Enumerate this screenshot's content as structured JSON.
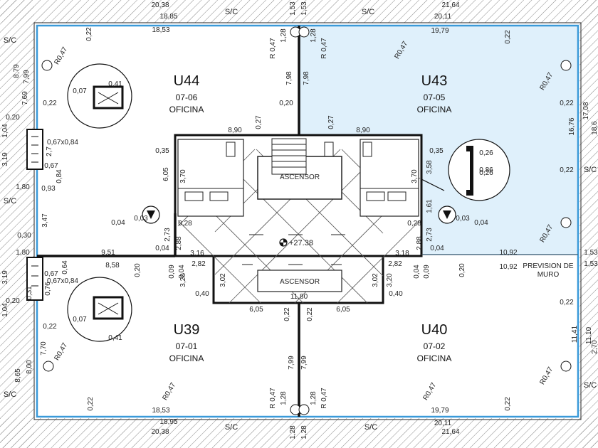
{
  "colors": {
    "highlight_fill": "#dff0fb",
    "outline_blue": "#3a9ad9",
    "wall": "#111111",
    "hatch": "#777777"
  },
  "units": [
    {
      "id": "U44",
      "code": "U44",
      "number": "07-06",
      "use": "OFICINA",
      "highlighted": false
    },
    {
      "id": "U43",
      "code": "U43",
      "number": "07-05",
      "use": "OFICINA",
      "highlighted": true
    },
    {
      "id": "U39",
      "code": "U39",
      "number": "07-01",
      "use": "OFICINA",
      "highlighted": false
    },
    {
      "id": "U40",
      "code": "U40",
      "number": "07-02",
      "use": "OFICINA",
      "highlighted": false
    }
  ],
  "core": {
    "elevator_label": "ASCENSOR",
    "level_mark": "+27.38"
  },
  "boundary_labels": {
    "sc": "S/C"
  },
  "notes": {
    "prevision_line1": "PREVISION DE",
    "prevision_line2": "MURO"
  },
  "dims": {
    "top_20_38": "20,38",
    "top_18_85": "18,85",
    "top_1_53a": "1,53",
    "top_1_53b": "1,53",
    "top_21_64": "21,64",
    "top_20_11": "20,11",
    "u44_18_53": "18,53",
    "u44_0_22": "0,22",
    "u44_r047": "R0,47",
    "u44_7_99": "7,99",
    "u44_8_79": "8,79",
    "u44_7_69": "7,69",
    "u44_0_07": "0,07",
    "u44_0_41": "0,41",
    "u44_0_22b": "0,22",
    "u44_0_20": "0,20",
    "u44_1_04": "1,04",
    "u44_0_67x": "0,67x0,84",
    "u44_2_7": "2,7",
    "u44_0_67": "0,67",
    "u44_0_84": "0,84",
    "u44_3_19": "3,19",
    "u44_1_80": "1,80",
    "u44_0_93": "0,93",
    "mid_r047a": "R 0,47",
    "mid_1_28a": "1,28",
    "mid_r047b": "R 0,47",
    "mid_1_28b": "1,28",
    "mid_7_98a": "7,98",
    "mid_7_98b": "7,98",
    "mid_0_20": "0,20",
    "mid_0_27a": "0,27",
    "mid_0_27b": "0,27",
    "core_8_90a": "8,90",
    "core_8_90b": "8,90",
    "u43_19_79": "19,79",
    "u43_0_22": "0,22",
    "u43_r047a": "R0,47",
    "u43_r047b": "R0,47",
    "u43_0_22b": "0,22",
    "u43_17_08": "17,08",
    "u43_16_76": "16,76",
    "u43_18_6": "18,6",
    "u43_0_22c": "0,22",
    "u43_r047c": "R0,47",
    "u43_0_26a": "0,26",
    "u43_0_86": "0,86",
    "u43_0_26b": "0,26",
    "core_0_35a": "0,35",
    "core_6_05": "6,05",
    "core_3_70": "3,70",
    "core_0_35b": "0,35",
    "core_3_58": "3,58",
    "core_3_70b": "3,70",
    "core_1_61": "1,61",
    "core_0_03a": "0,03",
    "core_0_04a": "0,04",
    "core_0_03b": "0,03",
    "core_0_04b": "0,04",
    "core_0_28a": "0,28",
    "core_0_28b": "0,28",
    "core_2_73a": "2,73",
    "core_2_88a": "2,88",
    "core_2_73b": "2,73",
    "core_2_88b": "2,88",
    "core_0_04c": "0,04",
    "core_0_04d": "0,04",
    "core_3_16": "3,16",
    "core_3_18": "3,18",
    "core_2_82a": "2,82",
    "core_2_82b": "2,82",
    "core_0_09a": "0,09",
    "core_0_04e": "0,04",
    "core_0_09b": "0,09",
    "core_0_04f": "0,04",
    "core_3_02a": "3,02",
    "core_3_20a": "3,20",
    "core_3_02b": "3,02",
    "core_3_20b": "3,20",
    "core_0_40a": "0,40",
    "core_0_40b": "0,40",
    "core_11_80": "11,80",
    "core_6_05b": "6,05",
    "core_6_05c": "6,05",
    "left_3_47": "3,47",
    "left_0_30": "0,30",
    "left_1_80": "1,80",
    "left_9_51": "9,51",
    "left_8_58": "8,58",
    "left_0_20": "0,20",
    "left_0_67": "0,67",
    "left_0_64": "0,64",
    "left_0_67x": "0,67x0,84",
    "left_3_19": "3,19",
    "left_1_04": "1,04",
    "left_0_76": "0,76",
    "left_0_31": "0,31",
    "left_0_20b": "0,20",
    "right_10_92a": "10,92",
    "right_10_92b": "10,92",
    "right_1_53a": "1,53",
    "right_1_53b": "1,53",
    "right_0_20": "0,20",
    "u39_0_22": "0,22",
    "u39_0_07": "0,07",
    "u39_0_41": "0,41",
    "u39_7_70": "7,70",
    "u39_r047": "R0,47",
    "u39_8_00": "8,00",
    "u39_8_65": "8,65",
    "u39_r047b": "R0,47",
    "u39_0_22b": "0,22",
    "u39_18_53": "18,53",
    "mid_0_22a": "0,22",
    "mid_0_22b": "0,22",
    "mid_7_99a": "7,99",
    "mid_7_99b": "7,99",
    "mid_r047c": "R 0,47",
    "mid_1_28c": "1,28",
    "mid_r047d": "R 0,47",
    "mid_1_28d": "1,28",
    "u40_0_22": "0,22",
    "u40_11_41": "11,41",
    "u40_11_10": "11,10",
    "u40_2_70": "2,70",
    "u40_r047a": "R0,47",
    "u40_r047b": "R0,47",
    "u40_0_22b": "0,22",
    "u40_19_79": "19,79",
    "bot_20_38": "20,38",
    "bot_18_95": "18,95",
    "bot_1_28a": "1,28",
    "bot_1_28b": "1,28",
    "bot_20_11": "20,11",
    "bot_21_64": "21,64"
  }
}
